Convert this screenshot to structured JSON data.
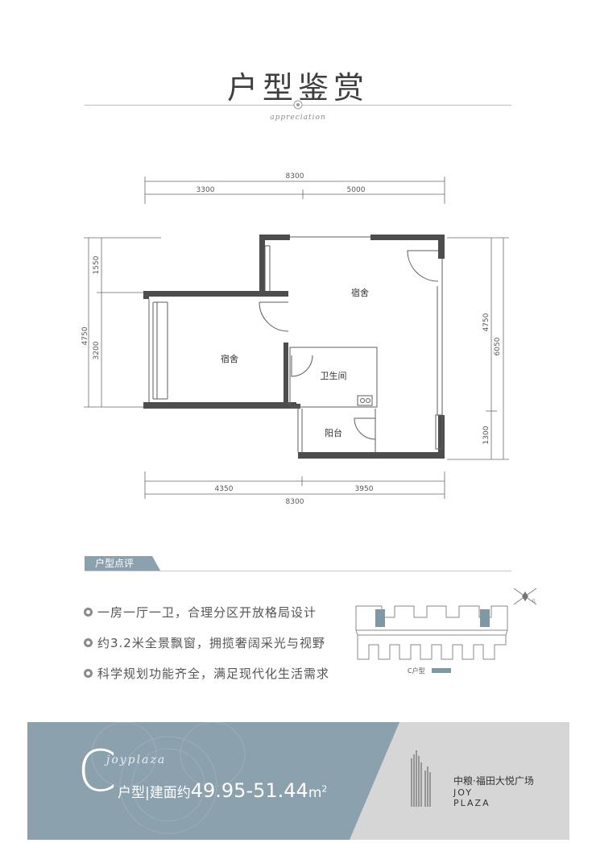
{
  "header": {
    "title": "户型鉴赏",
    "subtitle": "appreciation"
  },
  "floorplan": {
    "dim_top_total": "8300",
    "dim_top_left": "3300",
    "dim_top_right": "5000",
    "dim_left_total": "4750",
    "dim_left_upper": "1550",
    "dim_left_lower": "3200",
    "dim_right_upper": "4750",
    "dim_right_lower": "1300",
    "dim_right_total": "6050",
    "dim_bottom_left": "4350",
    "dim_bottom_right": "3950",
    "dim_bottom_total": "8300",
    "rooms": {
      "dorm_top": "宿舍",
      "dorm_left": "宿舍",
      "bathroom": "卫生间",
      "balcony": "阳台"
    }
  },
  "review": {
    "tag": "户型点评",
    "features": [
      "一房一厅一卫，合理分区开放格局设计",
      "约3.2米全景飘窗，拥揽奢阔采光与视野",
      "科学规划功能齐全，满足现代化生活需求"
    ]
  },
  "siteplan": {
    "north_label": "北",
    "legend_label": "C户型",
    "highlight_color": "#7f98a6"
  },
  "banner": {
    "type_letter": "C",
    "script": "joyplaza",
    "type_text": "户型",
    "separator": "|",
    "area_prefix": "建面约",
    "area_value": "49.95-51.44",
    "area_unit": "m",
    "area_sup": "2",
    "brand_cn": "中粮·福田大悦广场",
    "brand_en_1": "JOY",
    "brand_en_2": "PLAZA",
    "banner_color": "#8ca1ae",
    "grey_color": "#d6d6d6"
  }
}
